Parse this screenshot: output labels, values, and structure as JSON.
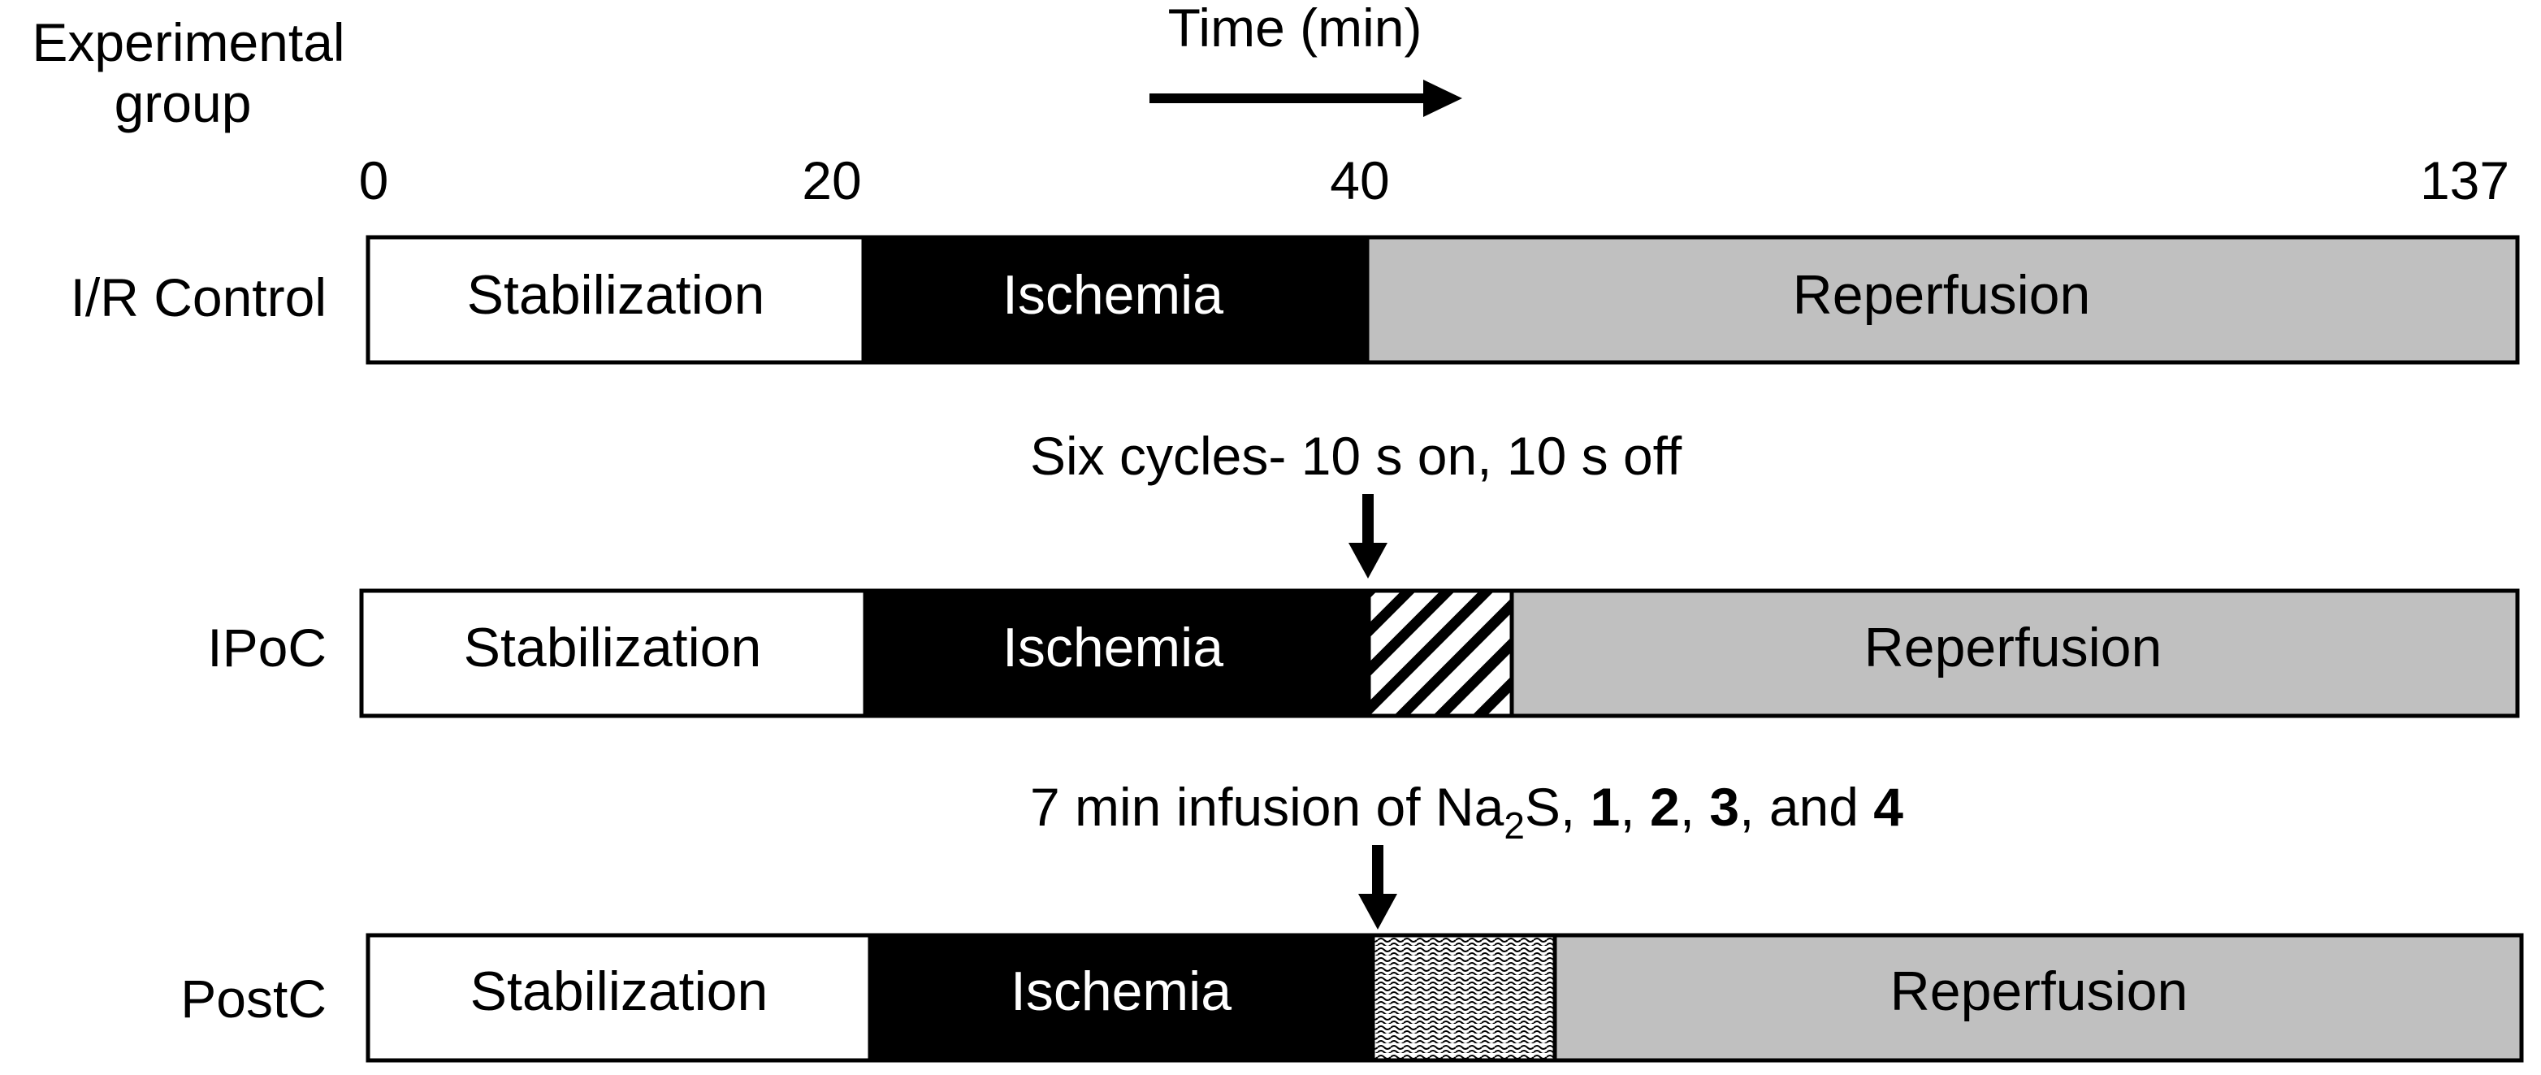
{
  "header": {
    "group_label_line1": "Experimental",
    "group_label_line2": "group",
    "time_label": "Time (min)"
  },
  "ticks": [
    "0",
    "20",
    "40",
    "137"
  ],
  "rows": [
    {
      "group": "I/R Control",
      "segments": {
        "stabilization": "Stabilization",
        "ischemia": "Ischemia",
        "reperfusion": "Reperfusion"
      }
    },
    {
      "group": "IPoC",
      "segments": {
        "stabilization": "Stabilization",
        "ischemia": "Ischemia",
        "reperfusion": "Reperfusion"
      },
      "annotation": "Six cycles- 10 s on, 10 s off"
    },
    {
      "group": "PostC",
      "segments": {
        "stabilization": "Stabilization",
        "ischemia": "Ischemia",
        "reperfusion": "Reperfusion"
      },
      "annotation": {
        "prefix": "7 min infusion of Na",
        "subscript": "2",
        "after_sub": "S, ",
        "c1": "1",
        "sep1": ", ",
        "c2": "2",
        "sep2": ", ",
        "c3": "3",
        "sep3": ", and ",
        "c4": "4"
      }
    }
  ],
  "colors": {
    "stabilization": "#ffffff",
    "ischemia": "#000000",
    "reperfusion": "#c0c0c0",
    "outline": "#000000"
  }
}
